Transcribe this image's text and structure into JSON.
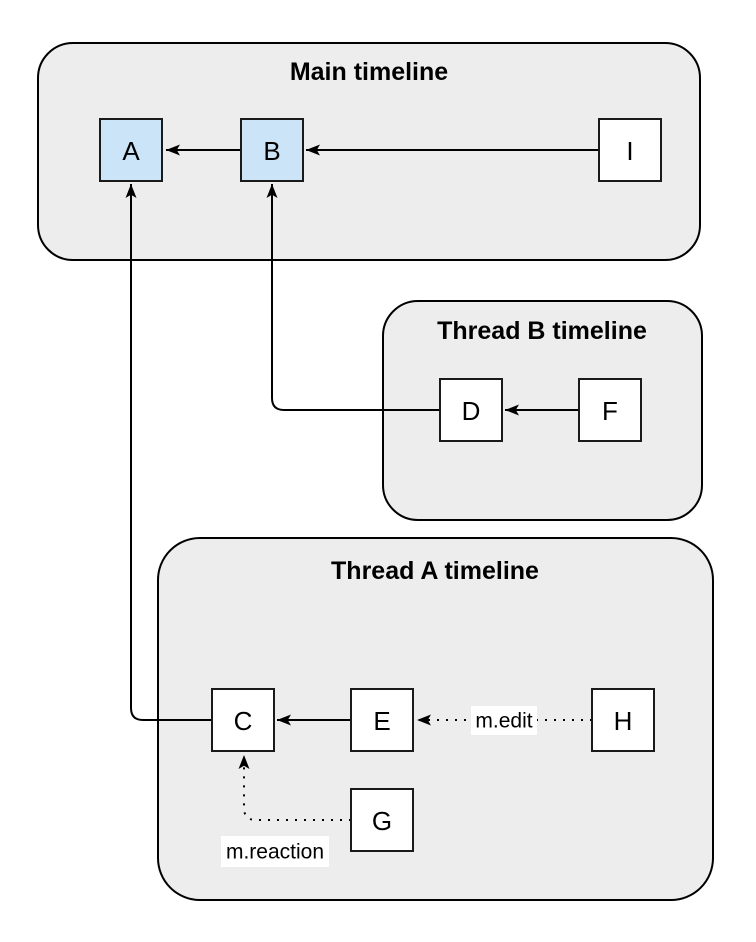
{
  "diagram": {
    "type": "event-relationship-diagram",
    "description": "Three rounded timeline containers with lettered event boxes connected by solid and dotted arrows"
  },
  "containers": {
    "main": {
      "title": "Main timeline"
    },
    "thread_b": {
      "title": "Thread B timeline"
    },
    "thread_a": {
      "title": "Thread A timeline"
    }
  },
  "nodes": {
    "a": {
      "label": "A",
      "highlighted": true
    },
    "b": {
      "label": "B",
      "highlighted": true
    },
    "i": {
      "label": "I",
      "highlighted": false
    },
    "d": {
      "label": "D",
      "highlighted": false
    },
    "f": {
      "label": "F",
      "highlighted": false
    },
    "c": {
      "label": "C",
      "highlighted": false
    },
    "e": {
      "label": "E",
      "highlighted": false
    },
    "h": {
      "label": "H",
      "highlighted": false
    },
    "g": {
      "label": "G",
      "highlighted": false
    }
  },
  "edges": [
    {
      "from": "B",
      "to": "A",
      "style": "solid",
      "label": ""
    },
    {
      "from": "I",
      "to": "B",
      "style": "solid",
      "label": ""
    },
    {
      "from": "F",
      "to": "D",
      "style": "solid",
      "label": ""
    },
    {
      "from": "D",
      "to": "B",
      "style": "solid",
      "label": ""
    },
    {
      "from": "E",
      "to": "C",
      "style": "solid",
      "label": ""
    },
    {
      "from": "C",
      "to": "A",
      "style": "solid",
      "label": ""
    },
    {
      "from": "H",
      "to": "E",
      "style": "dotted",
      "label": "m.edit"
    },
    {
      "from": "G",
      "to": "C",
      "style": "dotted",
      "label": "m.reaction"
    }
  ],
  "edge_labels": {
    "edit": "m.edit",
    "reaction": "m.reaction"
  },
  "colors": {
    "page_background": "#ffffff",
    "container_fill": "#ededed",
    "container_stroke": "#000000",
    "node_fill": "#ffffff",
    "node_fill_highlight": "#cce4f7",
    "node_stroke": "#1a1a1a",
    "edge_stroke": "#000000",
    "edge_label_background": "#ffffff",
    "text": "#000000"
  }
}
